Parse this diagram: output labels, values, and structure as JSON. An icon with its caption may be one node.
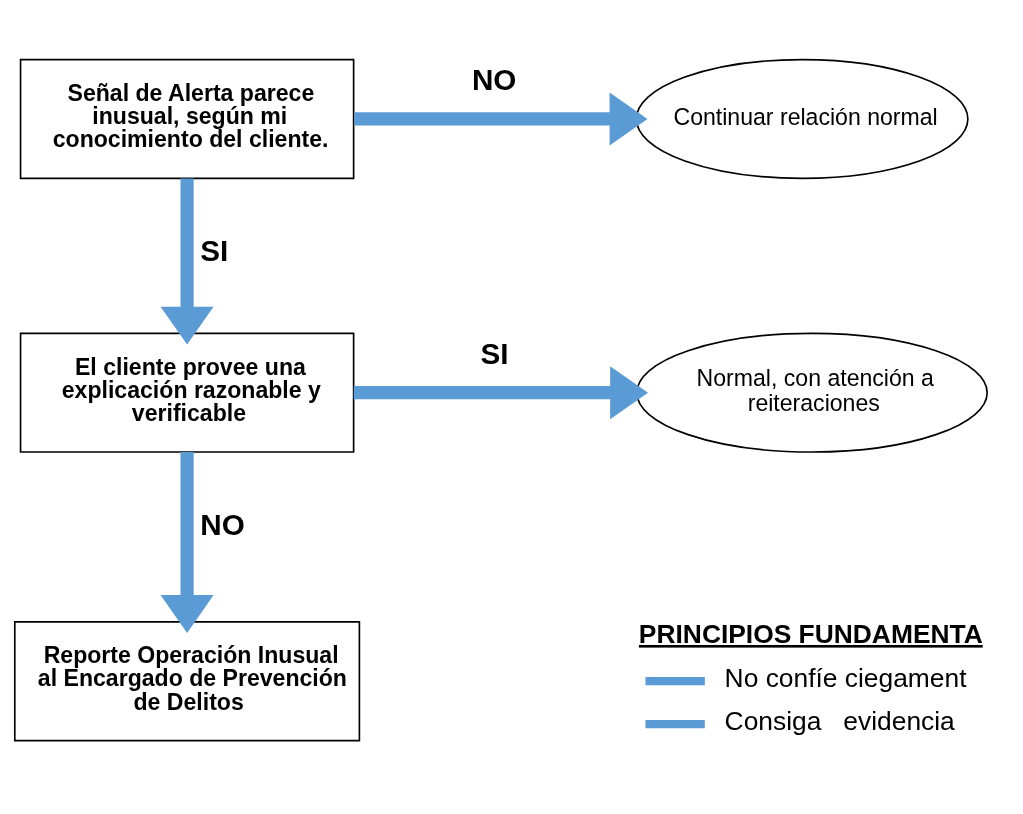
{
  "diagram": {
    "nodes": [
      {
        "text": [
          "Señal de Alerta parece inusual, según mi conocimiento del cliente."
        ]
      },
      {
        "text": [
          "Continuar relación normal"
        ]
      },
      {
        "text": [
          "El cliente provee una explicación razonable y verificable"
        ]
      },
      {
        "text": [
          "Normal, con atención a reiteraciones"
        ]
      },
      {
        "text": [
          "Reporte Operación Inusual al Encargado de Prevención de Delitos"
        ]
      }
    ],
    "edges": [
      {
        "from": 0,
        "to": 1,
        "arrow": "to",
        "label": "NO"
      },
      {
        "from": 0,
        "to": 2,
        "arrow": "to",
        "label": "SI"
      },
      {
        "from": 2,
        "to": 3,
        "arrow": "to",
        "label": "SI"
      },
      {
        "from": 2,
        "to": 4,
        "arrow": "to",
        "label": "NO"
      }
    ],
    "labels": [
      "PRINCIPIOS FUNDAMENTA"
    ],
    "legend": [
      {
        "text": "No confíe ciegament"
      },
      {
        "text": "Consiga   evidencia"
      }
    ]
  }
}
